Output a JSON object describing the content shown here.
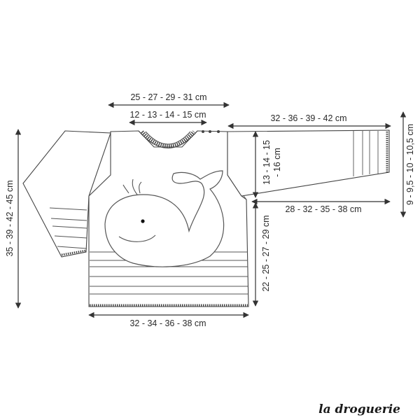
{
  "measurements": {
    "neck_width": "12 - 13 - 14 - 15 cm",
    "shoulder_width": "25 - 27 - 29 - 31 cm",
    "sleeve_length_top": "32 - 36 - 39 - 42 cm",
    "armhole_depth_line1": "13 - 14 - 15",
    "armhole_depth_line2": "- 16 cm",
    "cuff_width": "9 - 9,5 - 10 - 10,5 cm",
    "sleeve_length_under": "28 - 32 - 35 - 38 cm",
    "body_length_to_armhole": "22 - 25 - 27 - 29 cm",
    "total_length": "35 - 39 - 42 - 45 cm",
    "body_width": "32 - 34 - 36 - 38 cm"
  },
  "brand": "la droguerie",
  "colors": {
    "line": "#444444",
    "text": "#2a2a2a",
    "background": "#ffffff"
  }
}
